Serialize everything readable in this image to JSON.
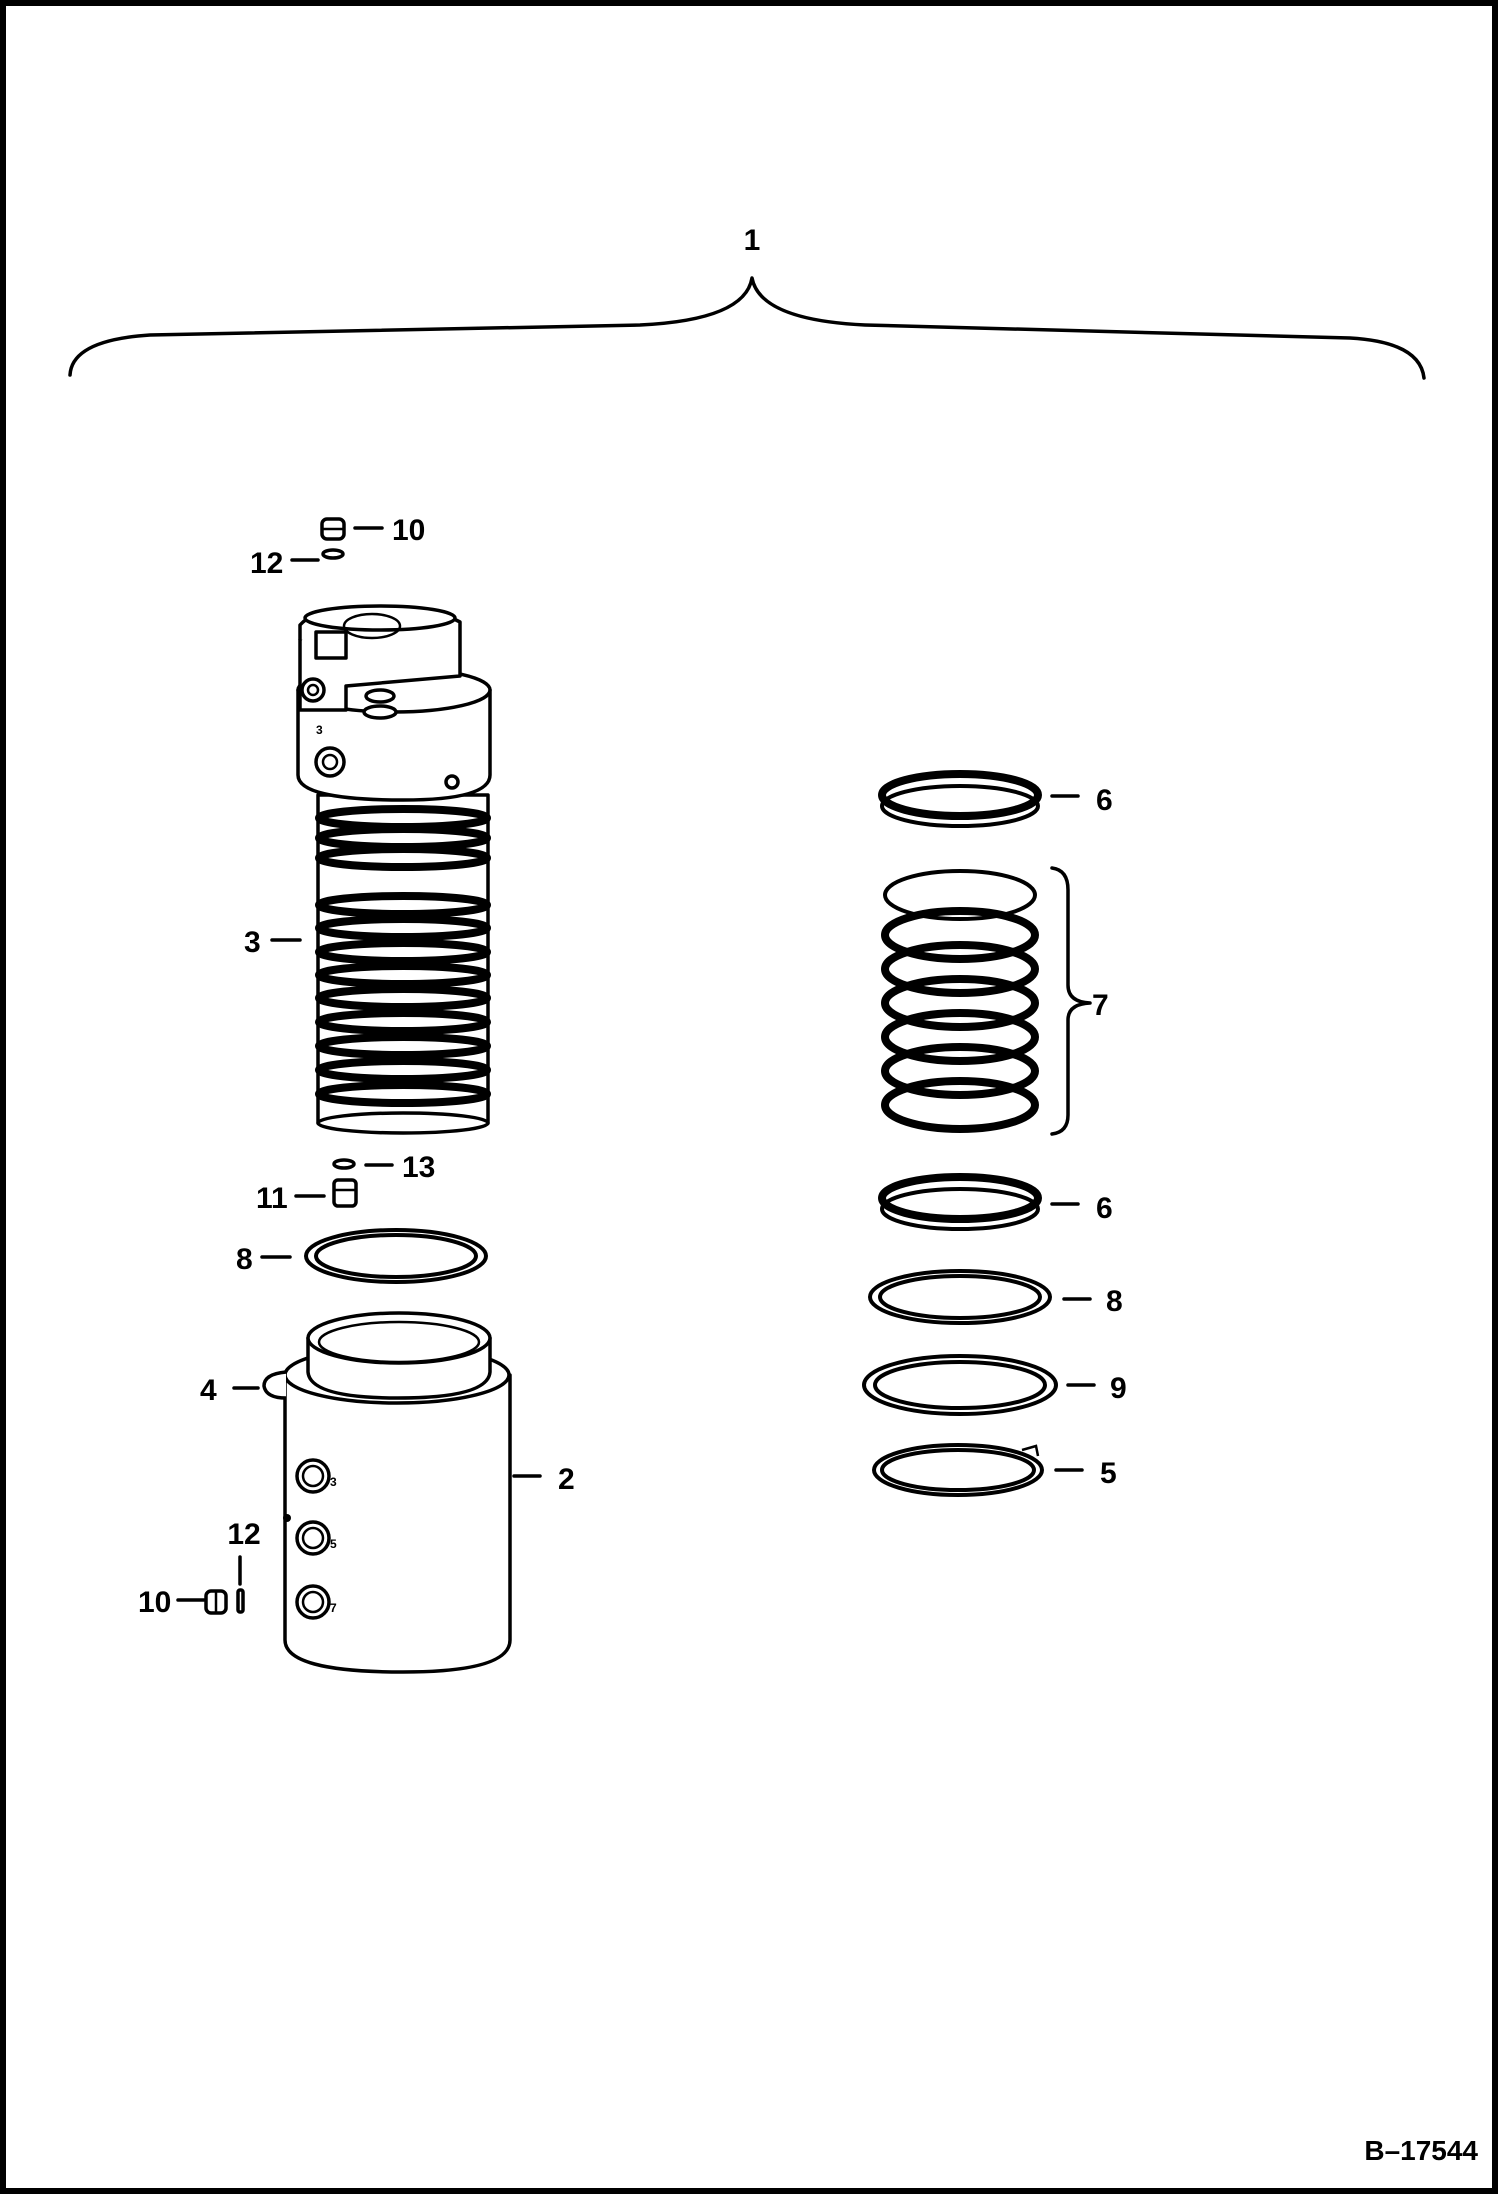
{
  "title": "",
  "reference_number": "B–17544",
  "callouts": {
    "c1": "1",
    "c2": "2",
    "c3": "3",
    "c4": "4",
    "c5": "5",
    "c6_top": "6",
    "c6_bottom": "6",
    "c7": "7",
    "c8_left": "8",
    "c8_right": "8",
    "c9": "9",
    "c10_top": "10",
    "c10_bottom": "10",
    "c11": "11",
    "c12_top": "12",
    "c12_bottom": "12",
    "c13": "13"
  },
  "port_marks": {
    "p_top": "3",
    "p3": "3",
    "p5": "5",
    "p7": "7"
  }
}
